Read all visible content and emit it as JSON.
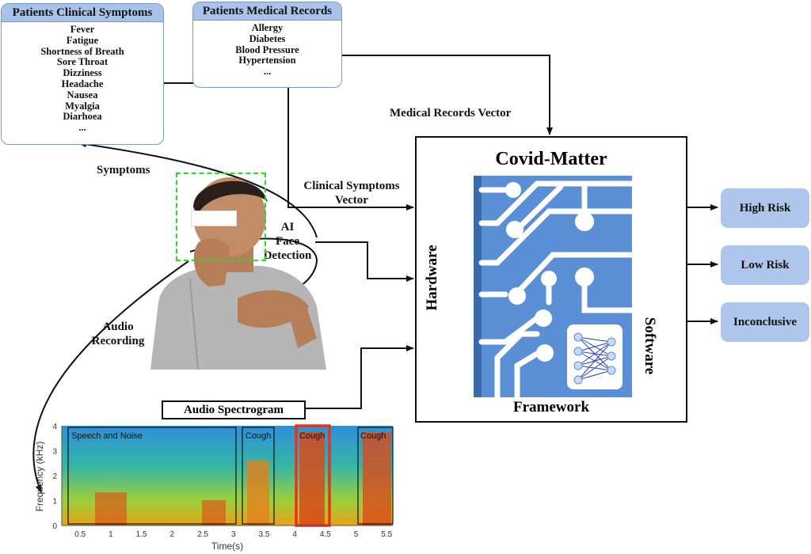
{
  "symptoms_card": {
    "title": "Patients Clinical Symptoms",
    "items": [
      "Fever",
      "Fatigue",
      "Shortness of Breath",
      "Sore Throat",
      "Dizziness",
      "Headache",
      "Nausea",
      "Myalgia",
      "Diarhoea",
      "..."
    ]
  },
  "records_card": {
    "title": "Patients Medical Records",
    "items": [
      "Allergy",
      "Diabetes",
      "Blood Pressure",
      "Hypertension",
      "..."
    ]
  },
  "labels": {
    "medical_records_vector": "Medical Records Vector",
    "clinical_symptoms_vector_line1": "Clinical Symptoms",
    "clinical_symptoms_vector_line2": "Vector",
    "symptoms": "Symptoms",
    "ai_line1": "AI",
    "ai_line2": "Face",
    "ai_line3": "Detection",
    "audio_line1": "Audio",
    "audio_line2": "Recording",
    "audio_spectrogram": "Audio Spectrogram"
  },
  "framework": {
    "title": "Covid-Matter",
    "bottom": "Framework",
    "left": "Hardware",
    "right": "Software"
  },
  "outputs": [
    "High Risk",
    "Low Risk",
    "Inconclusive"
  ],
  "spectrogram": {
    "ylabel": "Frequency (kHz)",
    "xlabel": "Time(s)",
    "yticks": [
      "0",
      "1",
      "2",
      "3",
      "4"
    ],
    "xticks": [
      "0.5",
      "1",
      "1.5",
      "2",
      "2.5",
      "3",
      "3.5",
      "4",
      "4.5",
      "5",
      "5.5"
    ],
    "segments": [
      "Speech and Noise",
      "Cough",
      "Cough",
      "Cough"
    ]
  },
  "colors": {
    "card_header": "#a9c3e8",
    "output_box": "#aec6ec",
    "chip_blue": "#5a8fd6",
    "face_box": "#22dd22",
    "highlight_box": "#e8321e"
  }
}
